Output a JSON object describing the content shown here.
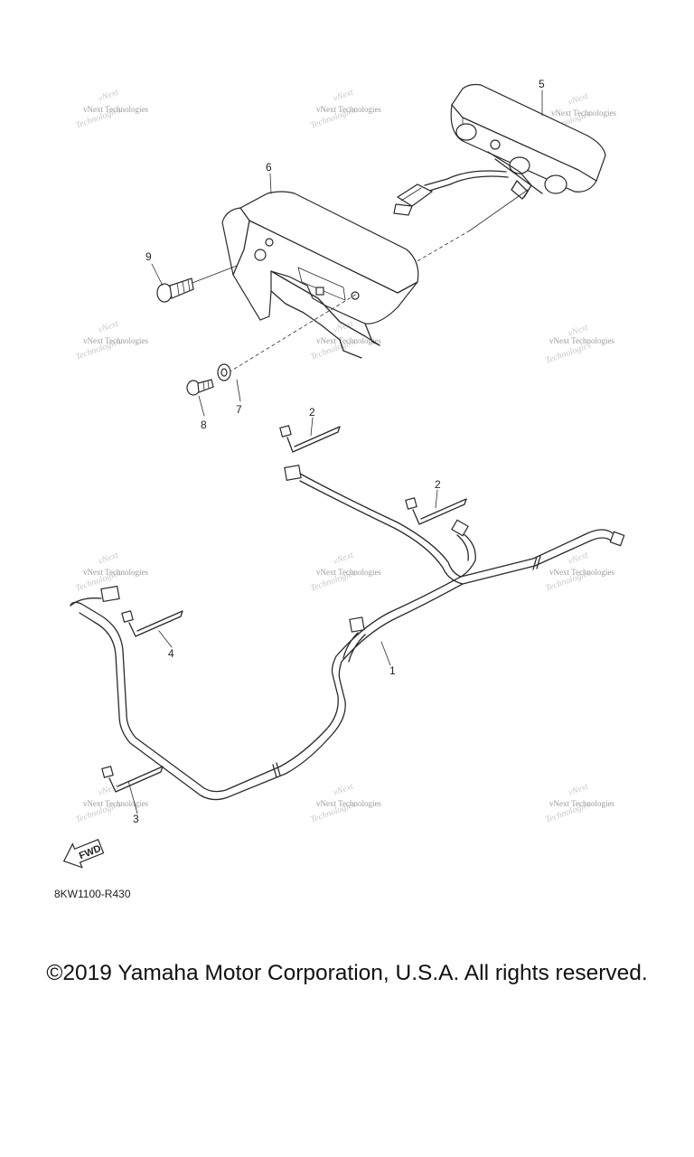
{
  "callouts": {
    "p1": "1",
    "p2a": "2",
    "p2b": "2",
    "p3": "3",
    "p4": "4",
    "p5": "5",
    "p6": "6",
    "p7": "7",
    "p8": "8",
    "p9": "9"
  },
  "watermark": {
    "text": "vNext Technologies"
  },
  "fwd_label": "FWD",
  "part_code": "8KW1100-R430",
  "copyright": "©2019 Yamaha Motor Corporation, U.S.A. All rights reserved."
}
